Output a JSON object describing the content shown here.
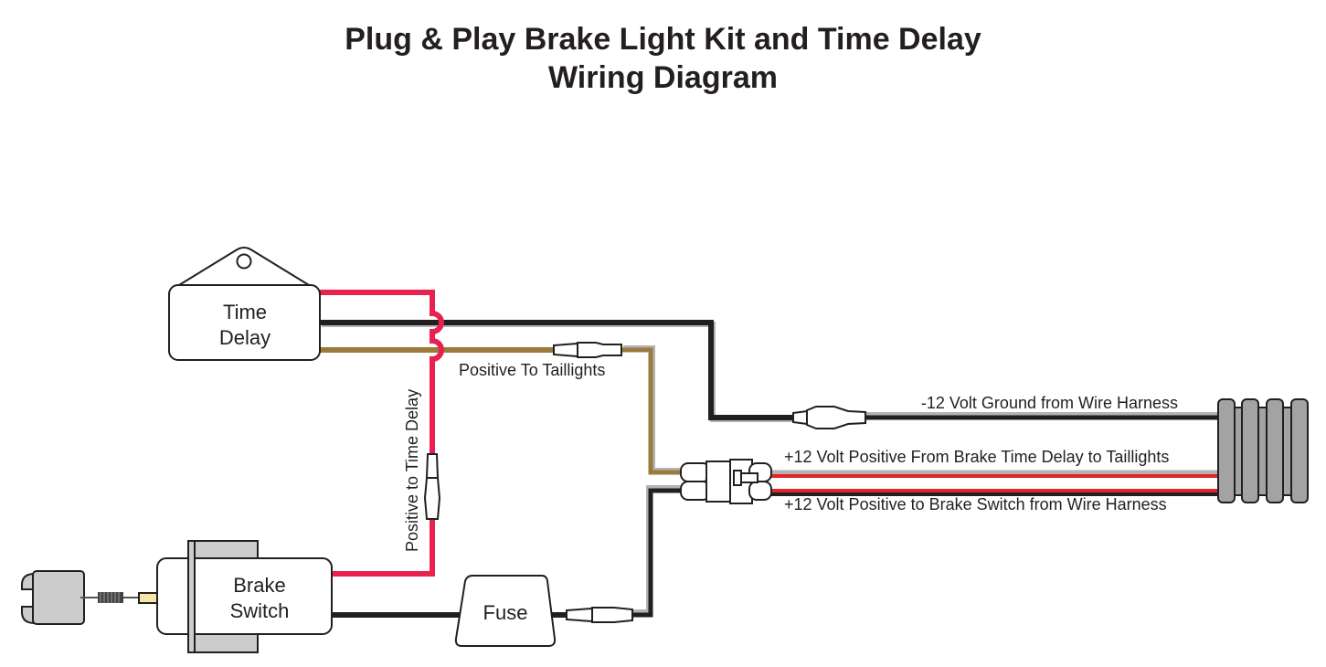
{
  "title": {
    "line1": "Plug & Play Brake Light Kit and Time Delay",
    "line2": "Wiring Diagram"
  },
  "components": {
    "time_delay": {
      "line1": "Time",
      "line2": "Delay"
    },
    "brake_switch": {
      "line1": "Brake",
      "line2": "Switch"
    },
    "fuse": {
      "label": "Fuse"
    }
  },
  "wire_labels": {
    "positive_to_taillights": "Positive To Taillights",
    "positive_to_time_delay": "Positive to Time Delay",
    "ground": "-12 Volt Ground from Wire Harness",
    "positive_from_delay": "+12 Volt Positive From Brake Time Delay to Taillights",
    "positive_to_switch": "+12 Volt Positive to Brake Switch from Wire Harness"
  },
  "colors": {
    "red_wire": "#e8214f",
    "black_wire": "#231f20",
    "brown_wire": "#9b7a3e",
    "harness_red": "#e02428",
    "gray_shadow": "#b3b3b3",
    "connector_gray": "#a3a3a3",
    "switch_gray": "#cccccc",
    "plunger_tip": "#f7e6a8"
  }
}
